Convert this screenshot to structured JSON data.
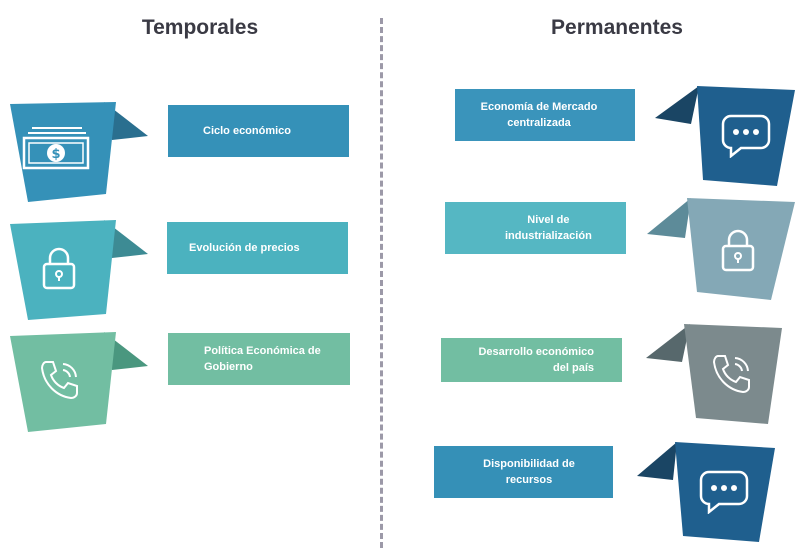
{
  "headings": {
    "left": "Temporales",
    "right": "Permanentes"
  },
  "temporales": [
    {
      "label": "Ciclo económico",
      "icon": "dollar-bill-icon",
      "color": "#3591b8",
      "flap": "#2a6f8f"
    },
    {
      "label": "Evolución de precios",
      "icon": "lock-icon",
      "color": "#4bb2bf",
      "flap": "#3d8b94"
    },
    {
      "label": "Política Económica de Gobierno",
      "icon": "phone-call-icon",
      "color": "#72bea2",
      "flap": "#4a977f"
    }
  ],
  "permanentes": [
    {
      "label": "Economía de Mercado centralizada",
      "icon": "chat-bubble-icon",
      "color": "#3a94bb",
      "tile": "#1f5f8e",
      "flap": "#1a4564"
    },
    {
      "label": "Nivel de industrialización",
      "icon": "lock-icon",
      "color": "#55b7c3",
      "tile": "#84a8b6",
      "flap": "#5d8b99"
    },
    {
      "label": "Desarrollo económico del país",
      "icon": "phone-call-icon",
      "color": "#72bea2",
      "tile": "#7c8a8d",
      "flap": "#57686c"
    },
    {
      "label": "Disponibilidad de recursos",
      "icon": "chat-bubble-icon",
      "color": "#3590b7",
      "tile": "#1f5f8e",
      "flap": "#1a4564"
    }
  ]
}
